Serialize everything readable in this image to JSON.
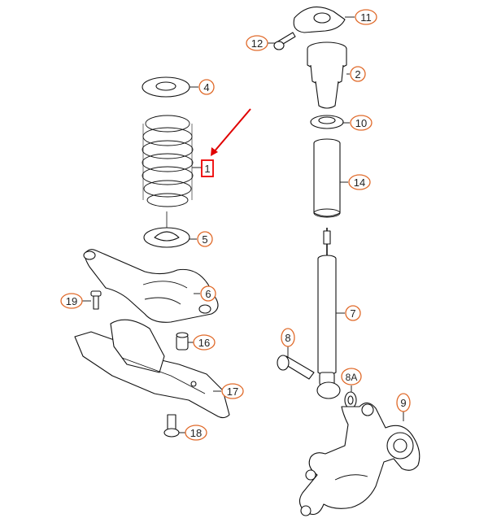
{
  "diagram": {
    "callouts": [
      {
        "id": "c1",
        "label": "1"
      },
      {
        "id": "c2",
        "label": "2"
      },
      {
        "id": "c4",
        "label": "4"
      },
      {
        "id": "c5",
        "label": "5"
      },
      {
        "id": "c6",
        "label": "6"
      },
      {
        "id": "c7",
        "label": "7"
      },
      {
        "id": "c8",
        "label": "8"
      },
      {
        "id": "c8a",
        "label": "8A"
      },
      {
        "id": "c9",
        "label": "9"
      },
      {
        "id": "c10",
        "label": "10"
      },
      {
        "id": "c11",
        "label": "11"
      },
      {
        "id": "c12",
        "label": "12"
      },
      {
        "id": "c14",
        "label": "14"
      },
      {
        "id": "c16",
        "label": "16"
      },
      {
        "id": "c17",
        "label": "17"
      },
      {
        "id": "c18",
        "label": "18"
      },
      {
        "id": "c19",
        "label": "19"
      }
    ],
    "highlight_color": "#e00000",
    "callout_color": "#e06a2a"
  }
}
